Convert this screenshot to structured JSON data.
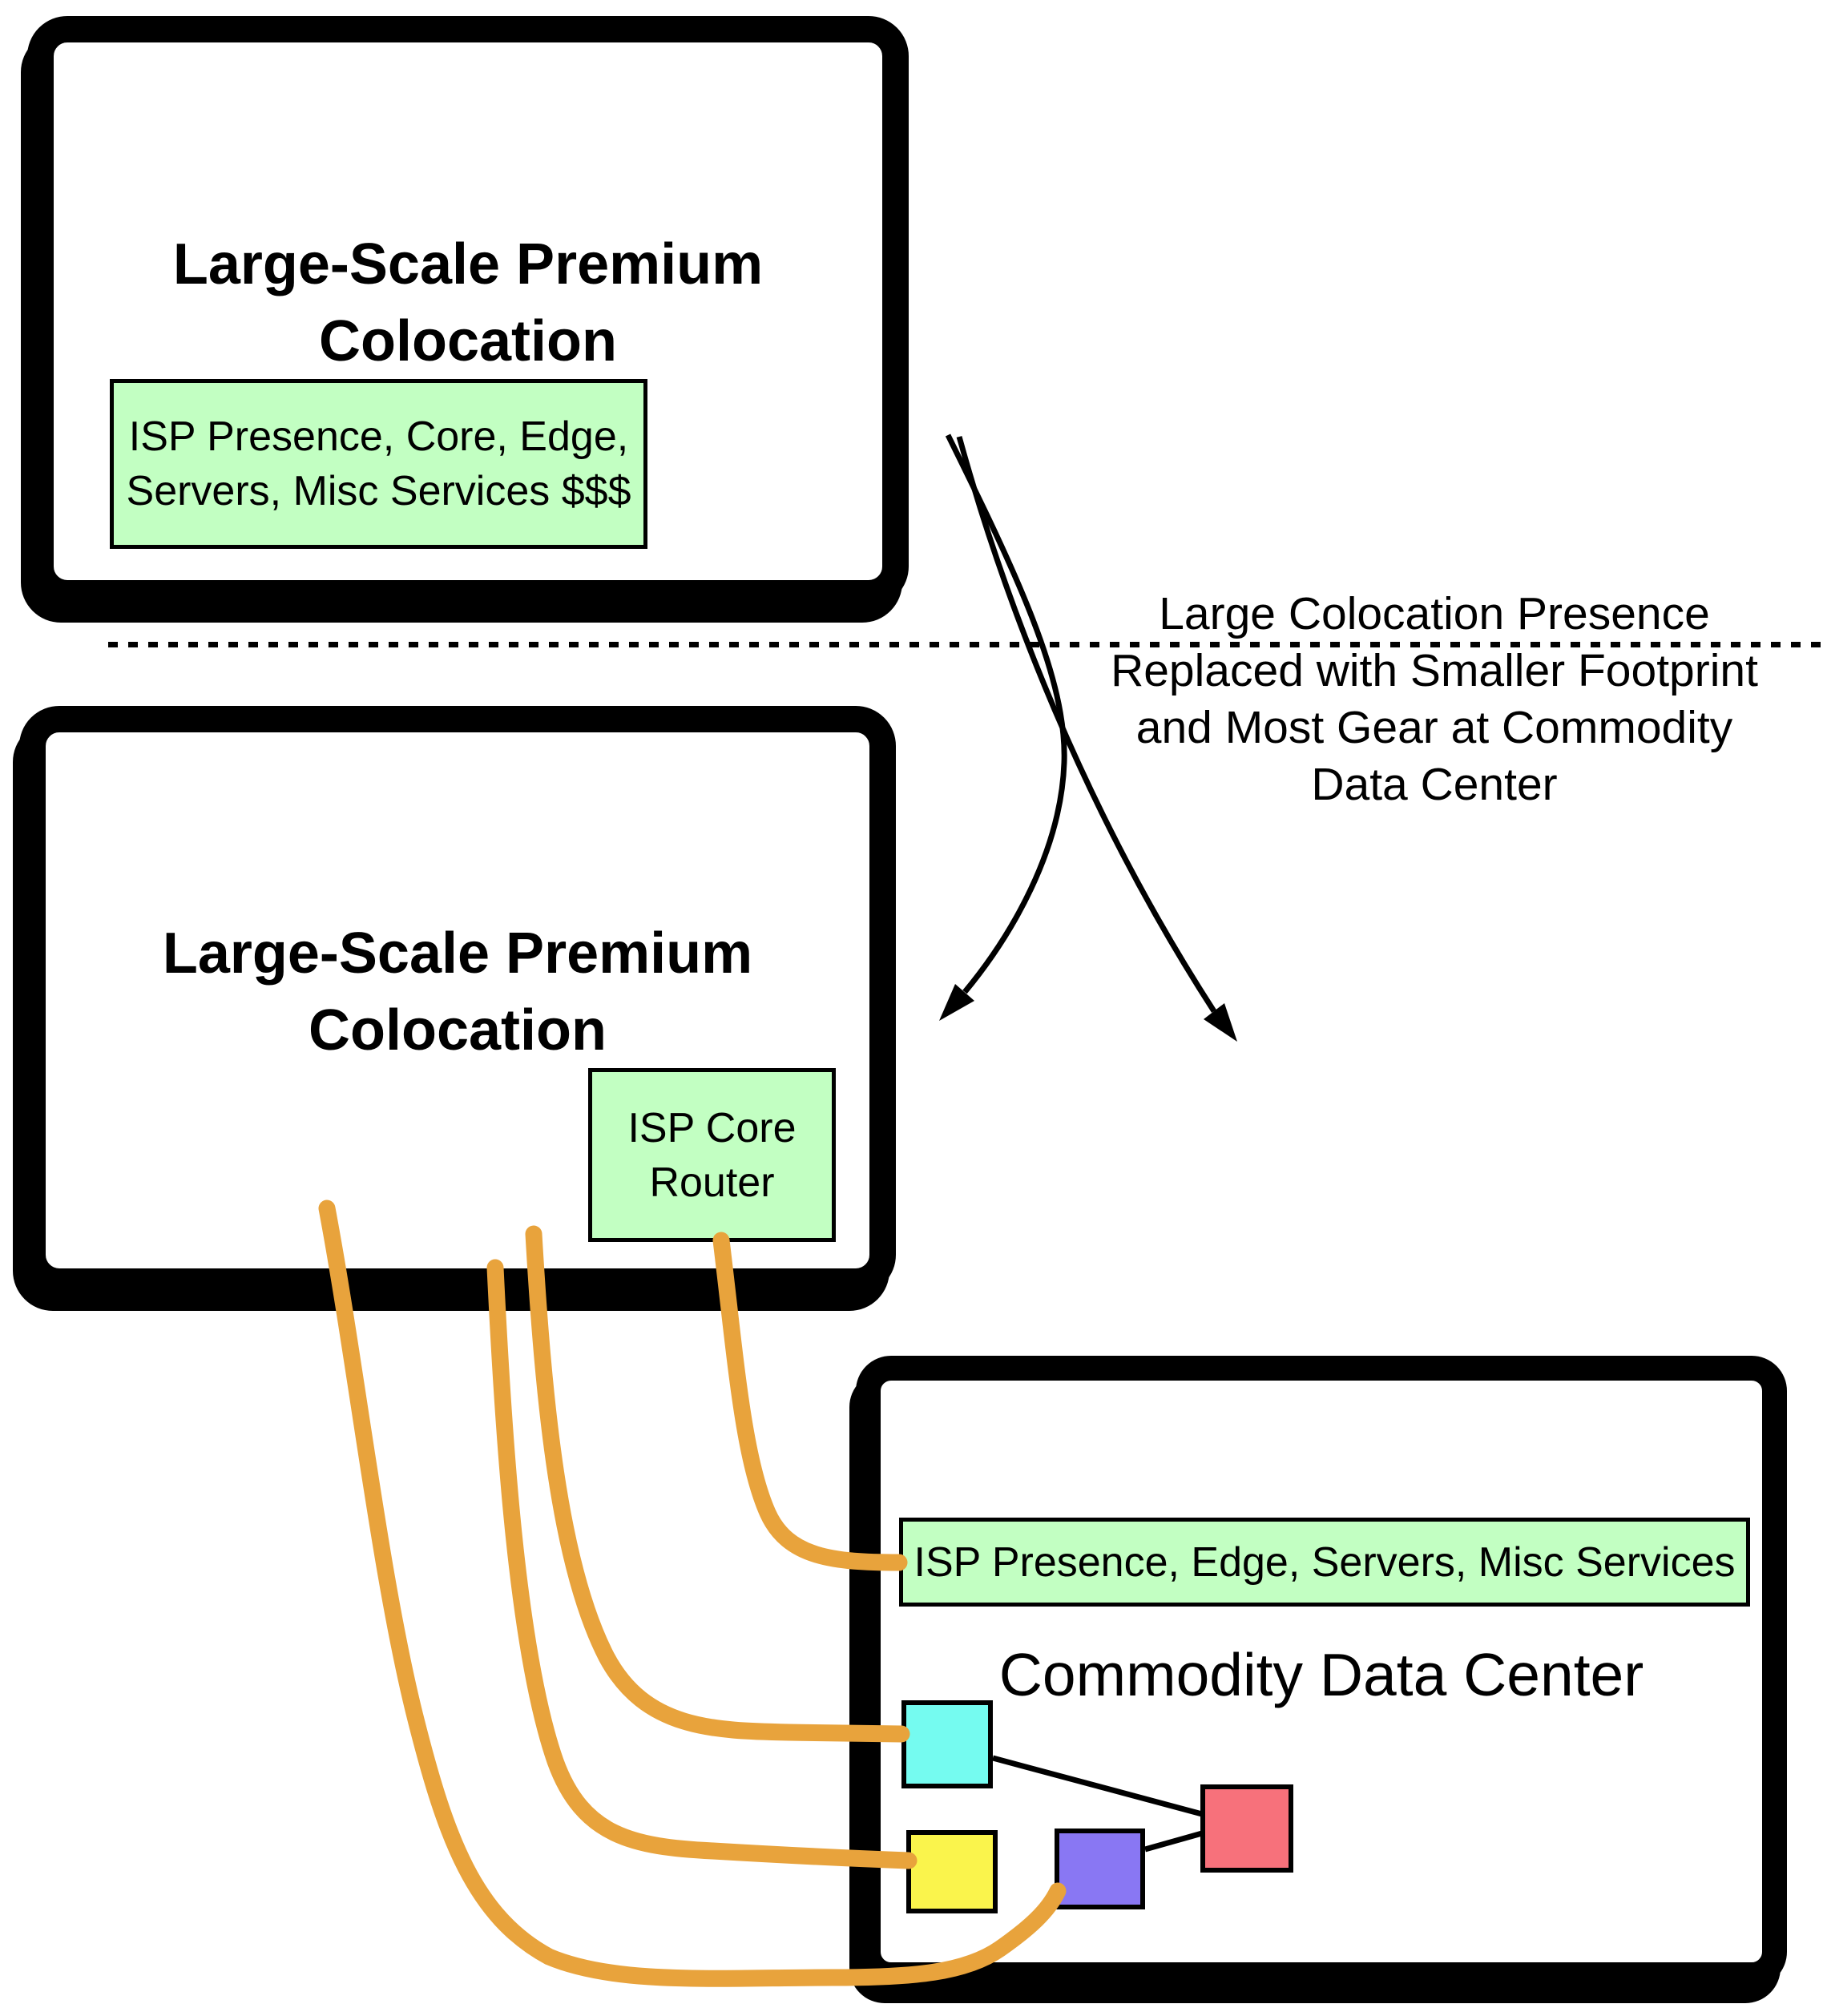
{
  "diagram": {
    "kind": "network-migration-diagram",
    "background": "#ffffff"
  },
  "boxes": {
    "premium_top": {
      "title_line1": "Large-Scale Premium",
      "title_line2": "Colocation",
      "label_line1": "ISP Presence, Core, Edge,",
      "label_line2": "Servers, Misc Services $$$"
    },
    "premium_mid": {
      "title_line1": "Large-Scale Premium",
      "title_line2": "Colocation",
      "router_line1": "ISP Core",
      "router_line2": "Router"
    },
    "commodity": {
      "title": "Commodity Data Center",
      "label": "ISP Presence, Edge, Servers, Misc Services"
    }
  },
  "annotation": {
    "line1": "Large Colocation Presence",
    "line2": "Replaced with Smaller Footprint",
    "line3": "and Most Gear at Commodity",
    "line4": "Data Center"
  },
  "colors": {
    "box_border": "#000000",
    "green_fill": "#C2FFC2",
    "link_orange": "#E8A33C",
    "node_cyan": "#75FBF0",
    "node_yellow": "#FAF44C",
    "node_purple": "#8977F3",
    "node_red": "#F7717B"
  },
  "nodes": [
    {
      "id": "cyan-node",
      "color": "#75FBF0"
    },
    {
      "id": "yellow-node",
      "color": "#FAF44C"
    },
    {
      "id": "purple-node",
      "color": "#8977F3"
    },
    {
      "id": "red-node",
      "color": "#F7717B"
    }
  ]
}
